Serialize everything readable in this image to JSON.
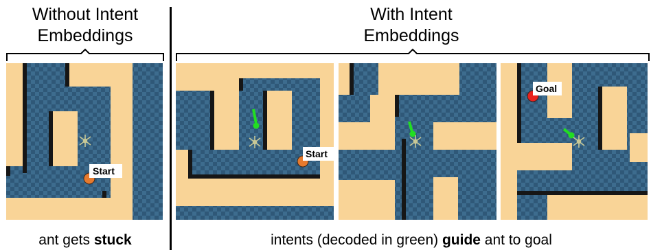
{
  "left_heading": [
    "Without Intent",
    "Embeddings"
  ],
  "right_heading": [
    "With Intent",
    "Embeddings"
  ],
  "left_caption": {
    "pre": "ant gets ",
    "bold": "stuck",
    "post": ""
  },
  "right_caption": {
    "pre": "intents (decoded in green) ",
    "bold": "guide",
    "post": " ant to goal"
  },
  "markers": {
    "start": "Start",
    "goal": "Goal"
  },
  "colors": {
    "floor_dark": "#2f5878",
    "floor_light": "#3d6c8e",
    "wall": "#f9d497",
    "wall_shadow": "#161616",
    "start_marker": "#e67a2e",
    "goal_marker": "#e8221d",
    "intent": "#22dd22"
  },
  "icons": [
    "ant-icon",
    "intent-arrow-icon",
    "start-marker-icon",
    "goal-marker-icon"
  ]
}
